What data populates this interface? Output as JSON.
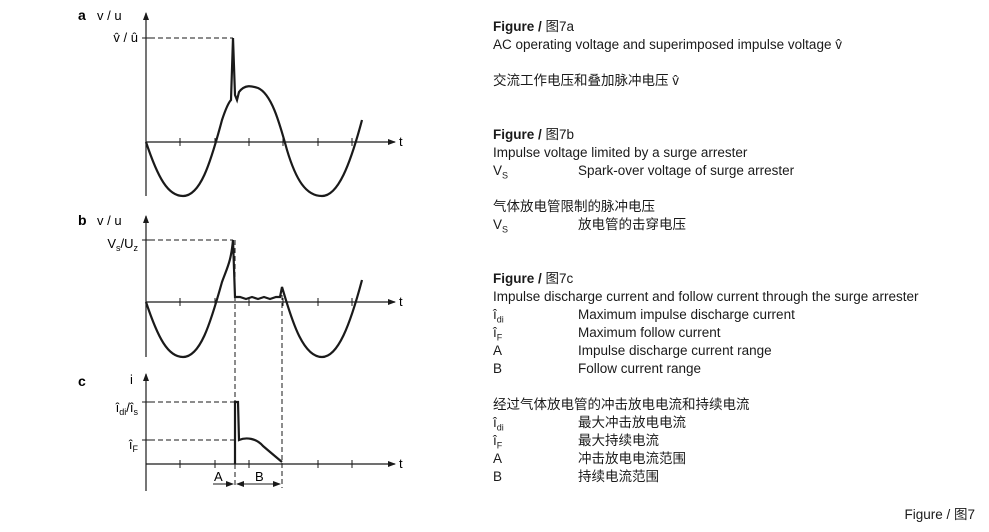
{
  "panels": {
    "a": {
      "letter": "a",
      "yaxis": "v / u",
      "peak_label": "v̂ / û",
      "xaxis": "t"
    },
    "b": {
      "letter": "b",
      "yaxis": "v / u",
      "peak_label_main": "V",
      "peak_label_sub1": "s",
      "peak_label_mid": "/U",
      "peak_label_sub2": "z",
      "xaxis": "t"
    },
    "c": {
      "letter": "c",
      "yaxis": "i",
      "peak1_label": "î",
      "peak1_sub": "di",
      "peak1_mid": "/î",
      "peak1_sub2": "s",
      "peak2_label": "î",
      "peak2_sub": "F",
      "xaxis": "t",
      "range_a": "A",
      "range_b": "B"
    }
  },
  "captions": {
    "a": {
      "header_bold": "Figure /",
      "header_rest": " 图7a",
      "line1": "AC operating voltage and superimposed impulse voltage v̂",
      "cn": "交流工作电压和叠加脉冲电压 v̂"
    },
    "b": {
      "header_bold": "Figure /",
      "header_rest": " 图7b",
      "line1": "Impulse voltage limited by a surge arrester",
      "sym1": "V",
      "sym1_sub": "S",
      "desc1": "Spark-over voltage of surge arrester",
      "cn1": "气体放电管限制的脉冲电压",
      "cn_sym": "V",
      "cn_sym_sub": "S",
      "cn_desc": "放电管的击穿电压"
    },
    "c": {
      "header_bold": "Figure /",
      "header_rest": " 图7c",
      "line1": "Impulse discharge current and follow current through the surge arrester",
      "rows": [
        {
          "sym": "î",
          "sub": "di",
          "desc": "Maximum impulse discharge current"
        },
        {
          "sym": "î",
          "sub": "F",
          "desc": "Maximum follow current"
        },
        {
          "sym": "A",
          "sub": "",
          "desc": "Impulse discharge current range"
        },
        {
          "sym": "B",
          "sub": "",
          "desc": "Follow current range"
        }
      ],
      "cn_title": "经过气体放电管的冲击放电电流和持续电流",
      "cn_rows": [
        {
          "sym": "î",
          "sub": "di",
          "desc": "最大冲击放电电流"
        },
        {
          "sym": "î",
          "sub": "F",
          "desc": "最大持续电流"
        },
        {
          "sym": "A",
          "sub": "",
          "desc": "冲击放电电流范围"
        },
        {
          "sym": "B",
          "sub": "",
          "desc": "持续电流范围"
        }
      ]
    }
  },
  "footer": "Figure / 图7",
  "colors": {
    "line": "#1a1a1a",
    "text": "#1a1a1a",
    "background": "#ffffff"
  }
}
